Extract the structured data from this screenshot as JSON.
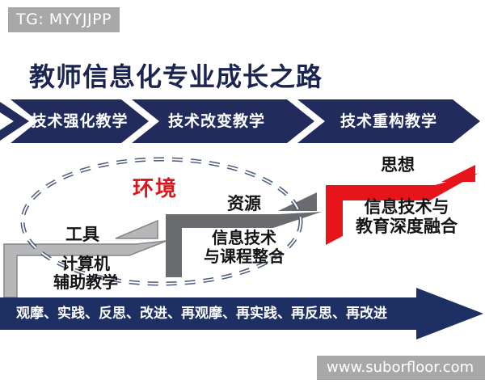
{
  "watermarks": {
    "top": "TG: MYYJJPP",
    "bottom": "www.suborfloor.com"
  },
  "title": "教师信息化专业成长之路",
  "stages": [
    {
      "label": "技术强化教学"
    },
    {
      "label": "技术改变教学"
    },
    {
      "label": "技术重构教学"
    }
  ],
  "environment": {
    "label": "环境"
  },
  "context_labels": {
    "tool": "工具",
    "resource": "资源",
    "thought": "思想"
  },
  "phases": [
    {
      "name": "计算机辅助教学",
      "line1": "计算机",
      "line2": "辅助教学"
    },
    {
      "name": "信息技术与课程整合",
      "line1": "信息技术",
      "line2": "与课程整合"
    },
    {
      "name": "信息技术与教育深度融合",
      "line1": "信息技术与",
      "line2": "教育深度融合"
    }
  ],
  "process": {
    "label": "观摩、实践、反思、改进、再观摩、再实践、再反思、再改进"
  },
  "colors": {
    "navy": "#212c5c",
    "navy_bottom": "#1d2f63",
    "title_navy": "#1b2551",
    "red": "#e8141c",
    "red_label": "#d9161e",
    "gray_light": "#b5b7b9",
    "gray_light_border": "#85868a",
    "gray_dark": "#696b6e",
    "ellipse": "#49587c",
    "watermark_bg": "#a8a8a8",
    "text_black": "#141414",
    "text_white": "#ffffff"
  }
}
